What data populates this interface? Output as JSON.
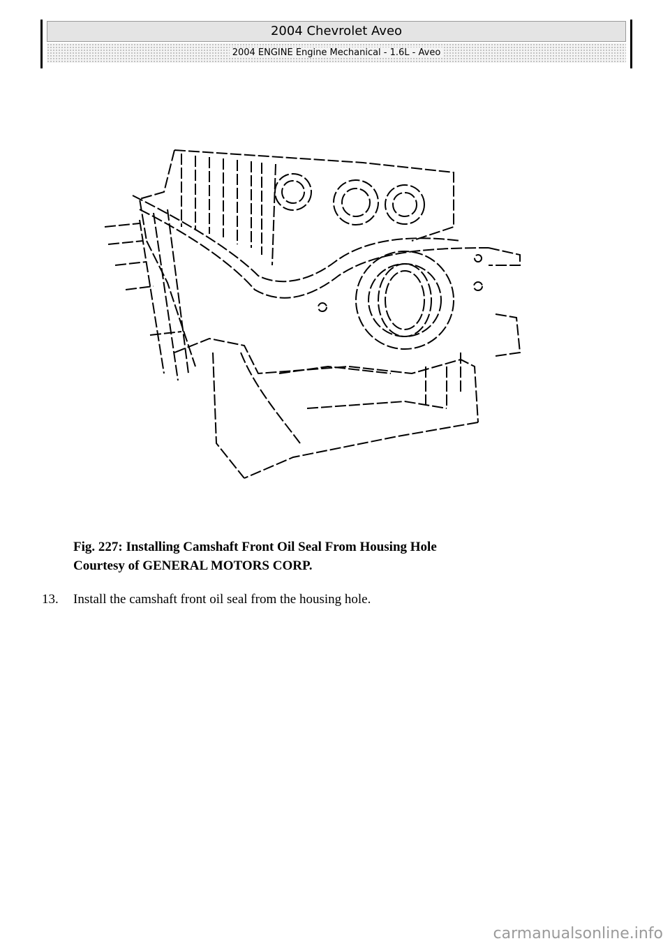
{
  "header": {
    "title": "2004 Chevrolet Aveo",
    "subtitle": "2004 ENGINE Engine Mechanical - 1.6L - Aveo"
  },
  "figure": {
    "icon": "engine-block-illustration"
  },
  "caption": {
    "line1": "Fig. 227: Installing Camshaft Front Oil Seal From Housing Hole",
    "line2": "Courtesy of GENERAL MOTORS CORP."
  },
  "step": {
    "number": "13.",
    "text": "Install the camshaft front oil seal from the housing hole."
  },
  "watermark": "carmanualsonline.info"
}
